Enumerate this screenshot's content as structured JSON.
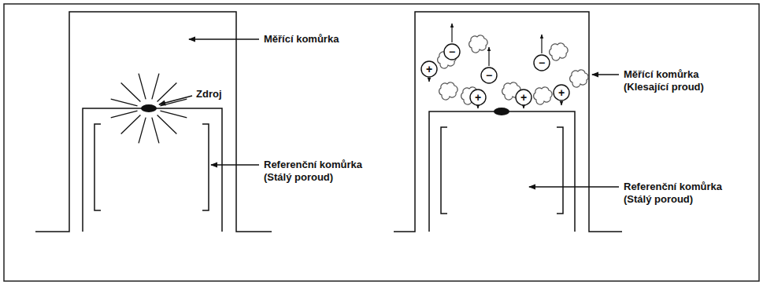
{
  "diagram": {
    "nodes": [
      {
        "text": [
          "+"
        ]
      },
      {
        "text": [
          "−"
        ]
      },
      {
        "text": [
          "−"
        ]
      },
      {
        "text": [
          "−"
        ]
      },
      {
        "text": [
          "+"
        ]
      },
      {
        "text": [
          "+"
        ]
      },
      {
        "text": [
          "+"
        ]
      }
    ],
    "labels": [
      "Měřící komůrka",
      "Zdroj",
      "Referenční komůrka (Stálý poroud)",
      "Měřící komůrka (Klesající proud)",
      "Referenční komůrka (Stálý poroud)"
    ]
  }
}
